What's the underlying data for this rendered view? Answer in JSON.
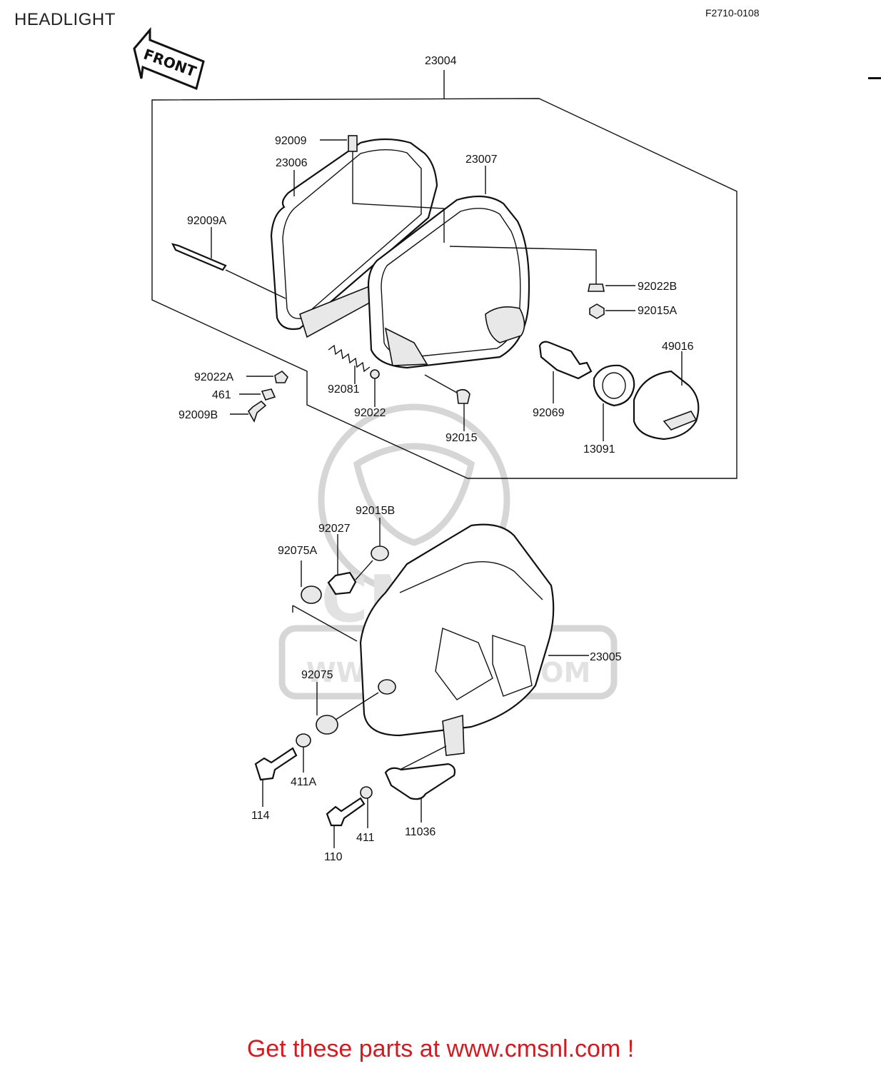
{
  "page": {
    "title": "HEADLIGHT",
    "figure_code": "F2710-0108"
  },
  "front_arrow": {
    "label": "FRONT"
  },
  "watermark": {
    "brand": "CMS",
    "site": "WWW.CMSNL.COM"
  },
  "footer": {
    "text": "Get these parts at www.cmsnl.com !",
    "color": "#d71920"
  },
  "parts": {
    "p23004": "23004",
    "p92009": "92009",
    "p23006": "23006",
    "p23007": "23007",
    "p92009A": "92009A",
    "p92022B": "92022B",
    "p92015A": "92015A",
    "p49016": "49016",
    "p92022A": "92022A",
    "p461": "461",
    "p92009B": "92009B",
    "p92081": "92081",
    "p92022": "92022",
    "p92015": "92015",
    "p92069": "92069",
    "p13091": "13091",
    "p92015B": "92015B",
    "p92027": "92027",
    "p92075A": "92075A",
    "p23005": "23005",
    "p92075": "92075",
    "p411A": "411A",
    "p114": "114",
    "p411": "411",
    "p11036": "11036",
    "p110": "110"
  }
}
